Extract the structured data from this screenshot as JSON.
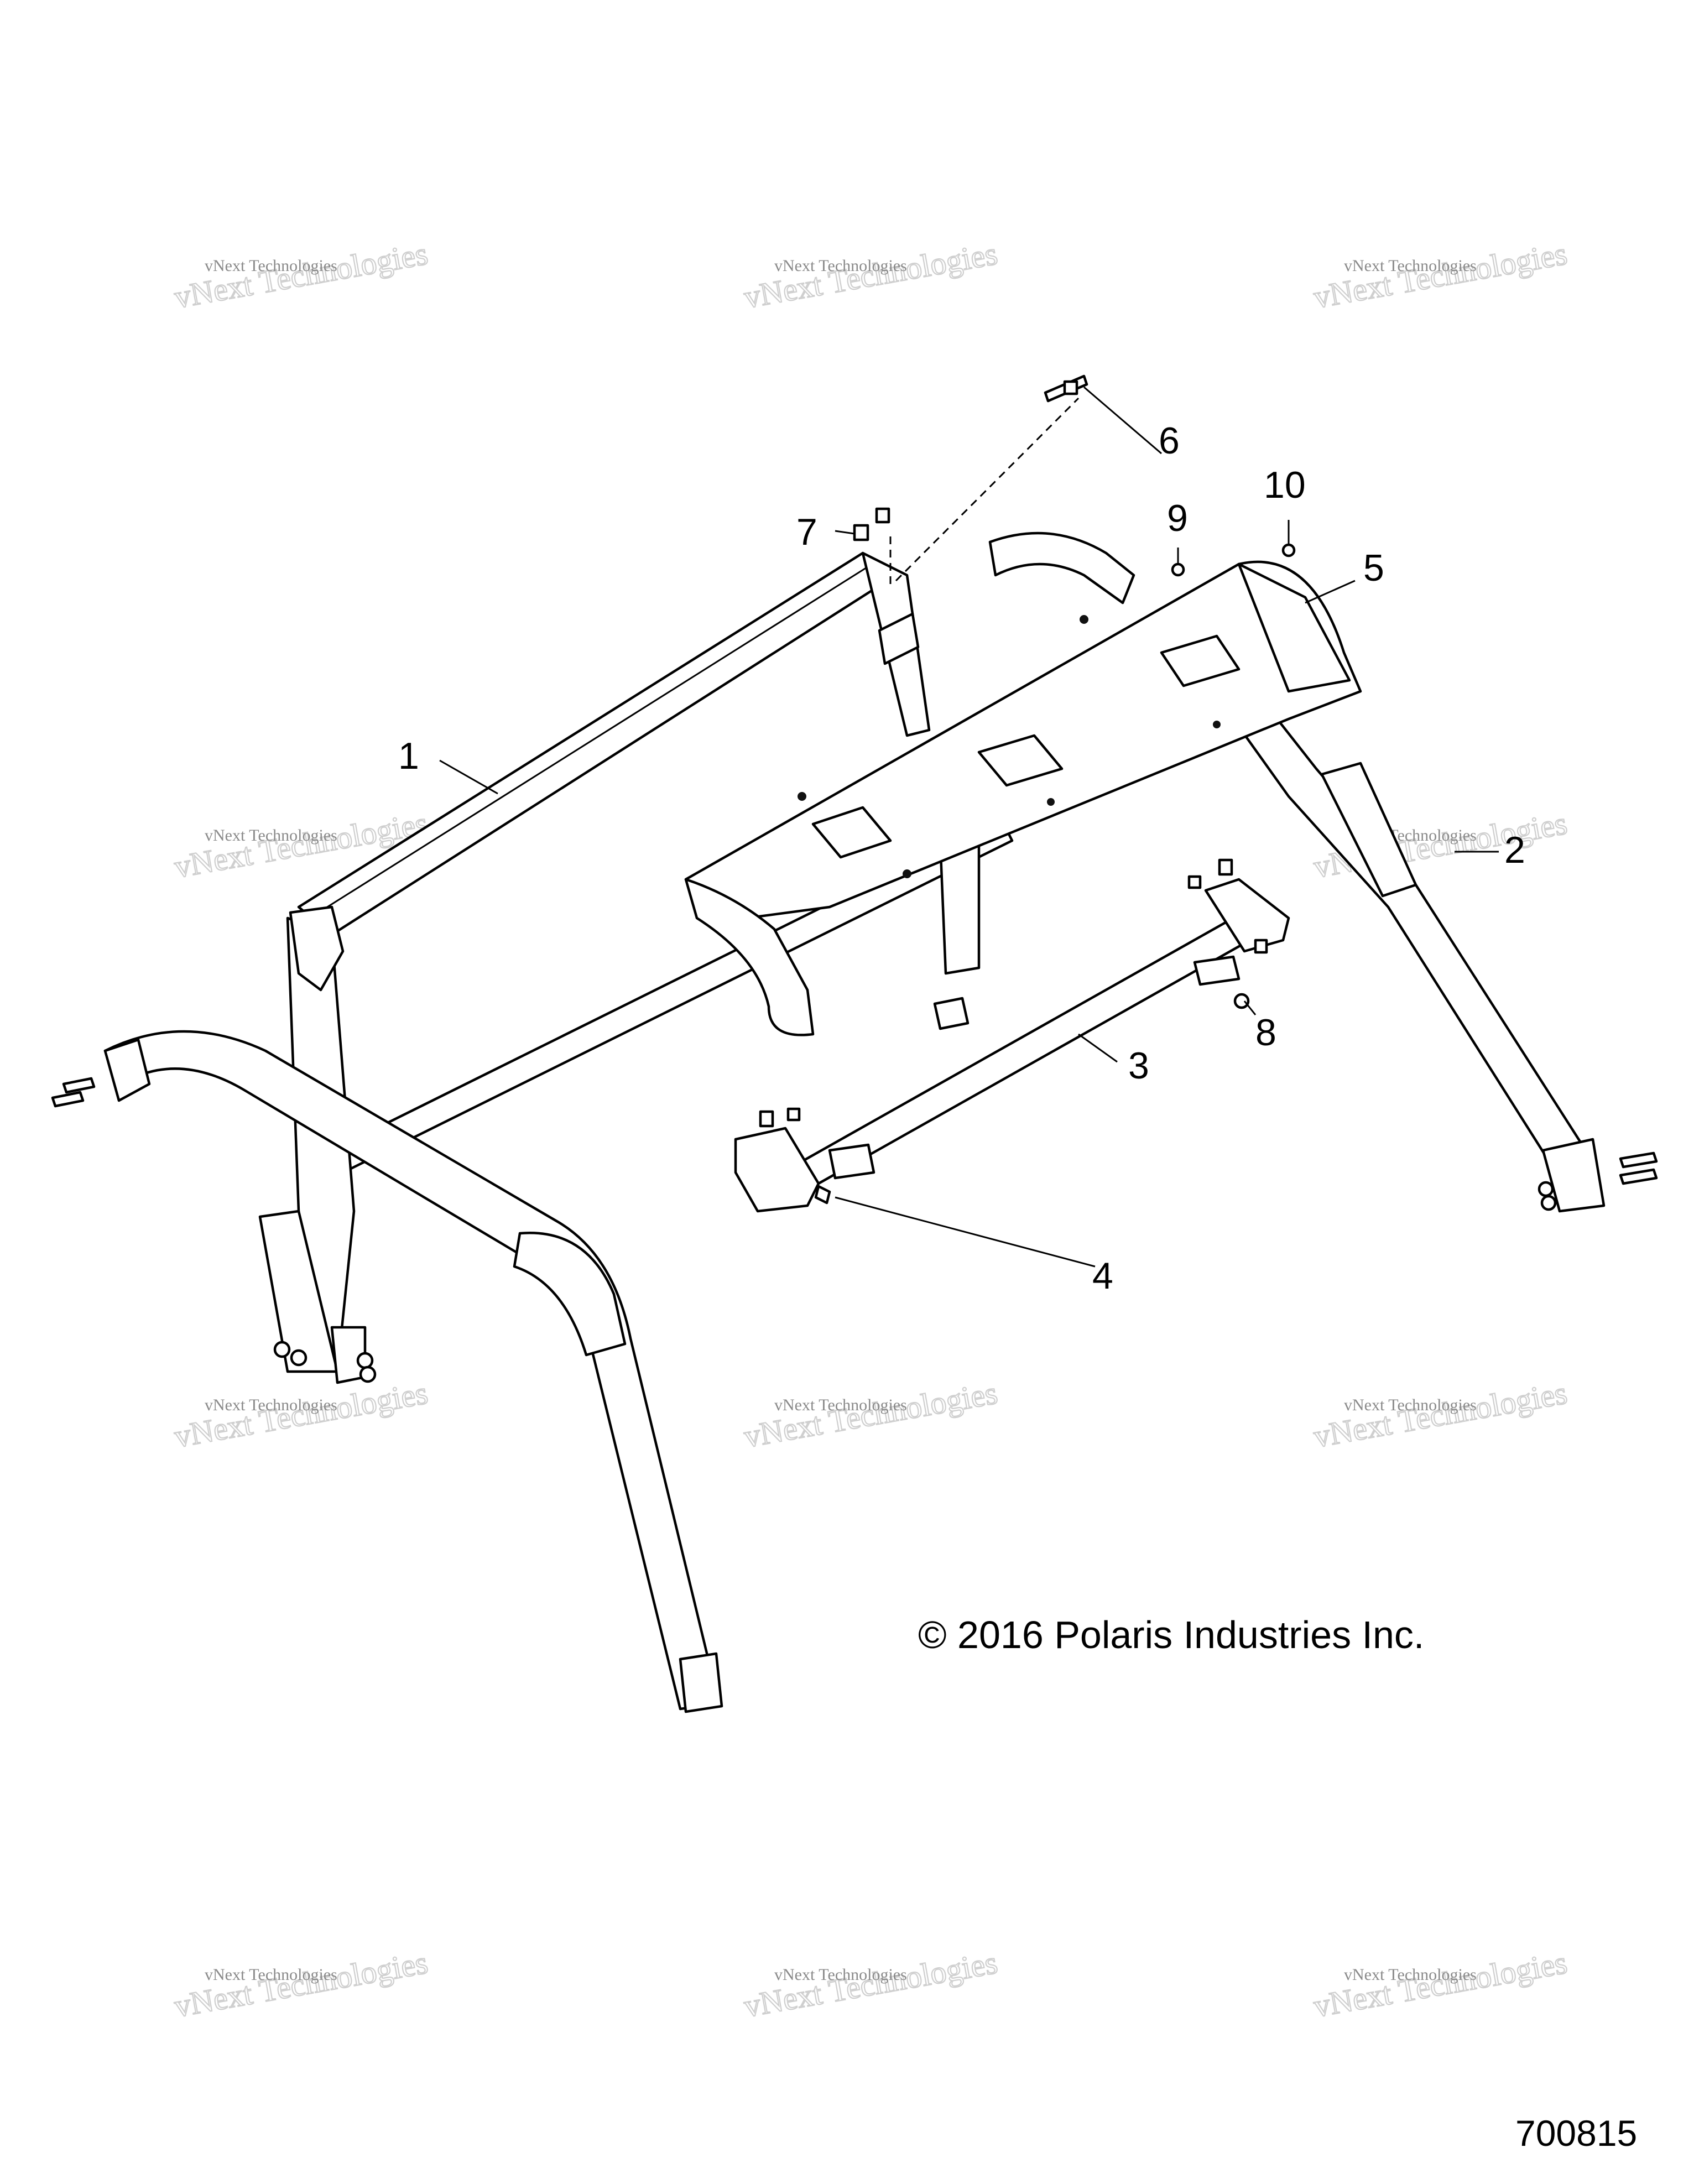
{
  "callouts": [
    {
      "id": "1",
      "label": "1"
    },
    {
      "id": "2",
      "label": "2"
    },
    {
      "id": "3",
      "label": "3"
    },
    {
      "id": "4",
      "label": "4"
    },
    {
      "id": "5",
      "label": "5"
    },
    {
      "id": "6",
      "label": "6"
    },
    {
      "id": "7",
      "label": "7"
    },
    {
      "id": "8",
      "label": "8"
    },
    {
      "id": "9",
      "label": "9"
    },
    {
      "id": "10",
      "label": "10"
    }
  ],
  "copyright": "© 2016 Polaris Industries Inc.",
  "figure_number": "700815",
  "watermark": {
    "line_small": "vNext Technologies",
    "line_big": "vNext Technologies"
  }
}
